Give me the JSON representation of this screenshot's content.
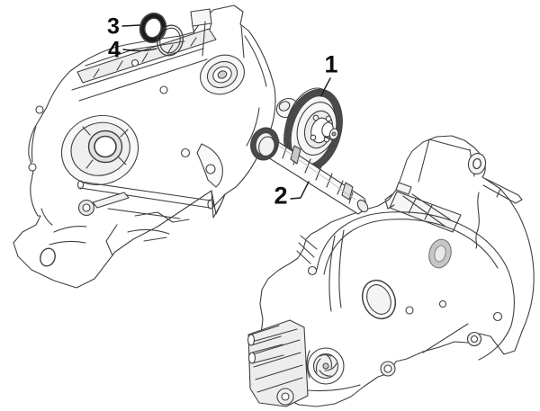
{
  "diagram": {
    "callouts": [
      {
        "label": "1"
      },
      {
        "label": "2"
      },
      {
        "label": "3"
      },
      {
        "label": "4"
      }
    ],
    "colors": {
      "background": "#ffffff",
      "line": "#3f3f3f",
      "label": "#0e0e0e",
      "dark_ring": "#1c1c1c",
      "shading_light": "#ececec",
      "shading_mid": "#c9c9c9"
    }
  }
}
